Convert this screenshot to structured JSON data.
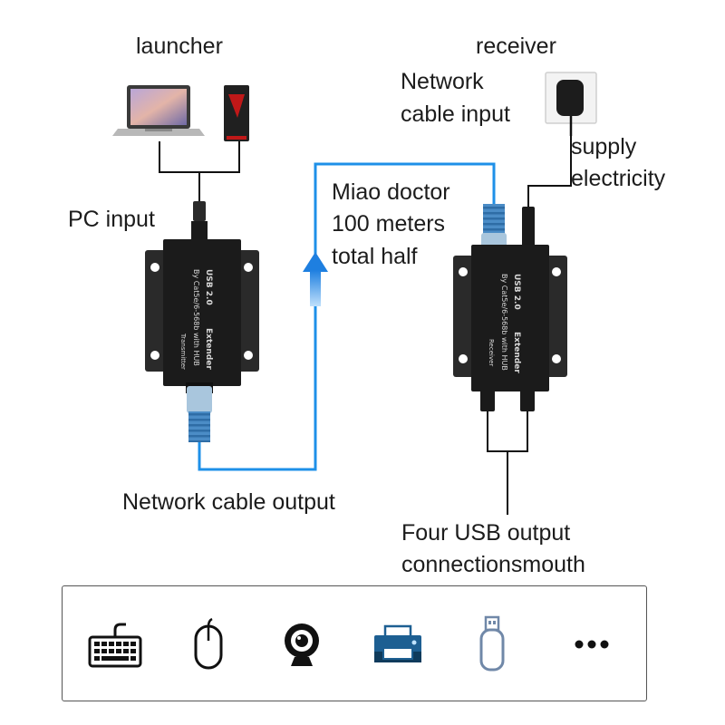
{
  "labels": {
    "launcher": "launcher",
    "receiver": "receiver",
    "network_cable_input": [
      "Network",
      "cable input"
    ],
    "supply_electricity": [
      "supply",
      "electricity"
    ],
    "pc_input": "PC input",
    "miao_doctor": [
      "Miao doctor",
      "100 meters",
      "total half"
    ],
    "network_cable_output": "Network cable output",
    "four_usb_output": [
      "Four USB output",
      "connectionsmouth"
    ]
  },
  "devices": {
    "transmitter": {
      "model": "USB 2.0",
      "subtitle": "By Cat5e/6-568b with HUB",
      "name": "Extender",
      "role": "Transmitter"
    },
    "receiver": {
      "model": "USB 2.0",
      "subtitle": "By Cat5e/6-568b with HUB",
      "name": "Extender",
      "role": "Receiver"
    }
  },
  "peripherals": [
    "keyboard-icon",
    "mouse-icon",
    "webcam-icon",
    "printer-icon",
    "usb-drive-icon",
    "more-icon"
  ],
  "colors": {
    "cable_blue": "#1e90e8",
    "device_black": "#1b1b1b",
    "connector_blue": "#4a90c8"
  }
}
